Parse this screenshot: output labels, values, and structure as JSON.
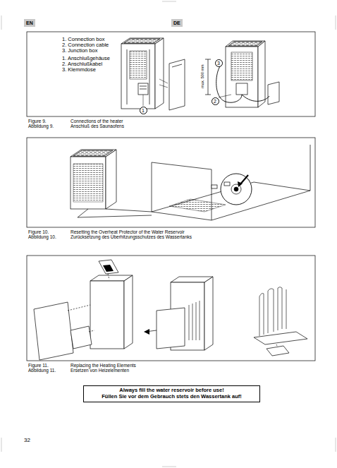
{
  "diagram": {
    "nodes": [
      {
        "text": [
          "3"
        ]
      },
      {
        "text": [
          "2"
        ]
      },
      {
        "text": [
          "1"
        ]
      },
      {
        "text": [
          "Always fill the water reservoir before use!",
          "Füllen Sie vor dem Gebrauch stets den Wassertank auf!"
        ]
      }
    ],
    "edges": [],
    "labels": [
      "EN",
      "DE",
      "1. Connection box",
      "2. Connection cable",
      "3. Junction box",
      "1. Anschlußgehäuse",
      "2. Anschlußkabel",
      "3. Klemmdose",
      "max. 500 mm",
      "Figure 9.",
      "Connections of the heater",
      "Abbildung 9.",
      "Anschluß des Saunaofens",
      "Figure 10.",
      "Resetting the Overheat Protector of the Water Reservoir",
      "Abbildung 10.",
      "Zurücksetzung des Überhitzungsschutzes des Wassertanks",
      "Figure 11.",
      "Replacing the Heating Elements",
      "Abbildung 11.",
      "Ersetzen von Heizelementen",
      "32"
    ]
  }
}
